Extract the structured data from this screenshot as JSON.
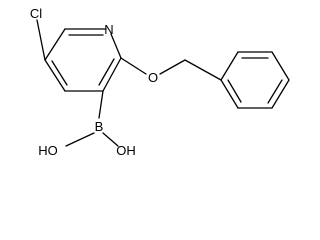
{
  "structure": {
    "atoms": {
      "chlorine": "Cl",
      "nitrogen": "N",
      "oxygen": "O",
      "boron": "B",
      "hydroxyl_left": "HO",
      "hydroxyl_right": "OH"
    }
  }
}
